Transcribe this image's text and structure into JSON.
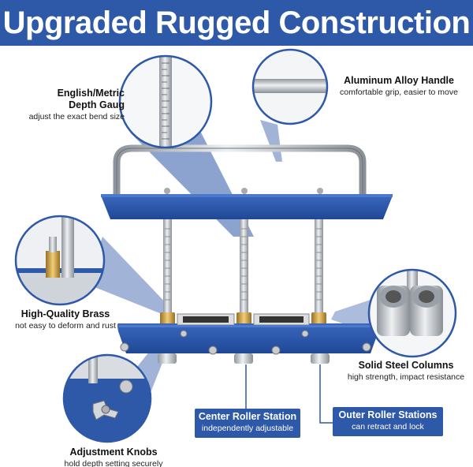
{
  "banner": {
    "title": "Upgraded Rugged Construction"
  },
  "colors": {
    "brand_blue": "#2e58a8",
    "brass": "#c99a3a",
    "steel": "#b9bec4"
  },
  "features": {
    "depth_gauge": {
      "title_line1": "English/Metric",
      "title_line2": "Depth Gaug",
      "subtitle": "adjust the exact bend size"
    },
    "handle": {
      "title": "Aluminum Alloy Handle",
      "subtitle": "comfortable grip, easier to move"
    },
    "brass": {
      "title": "High-Quality Brass",
      "subtitle": "not easy to deform and rust"
    },
    "steel_columns": {
      "title": "Solid Steel Columns",
      "subtitle": "high strength, impact resistance"
    },
    "knobs": {
      "title": "Adjustment Knobs",
      "subtitle": "hold depth setting securely"
    },
    "center_roller": {
      "title": "Center Roller Station",
      "subtitle": "independently adjustable"
    },
    "outer_rollers": {
      "title": "Outer Roller Stations",
      "subtitle": "can retract and lock"
    }
  }
}
